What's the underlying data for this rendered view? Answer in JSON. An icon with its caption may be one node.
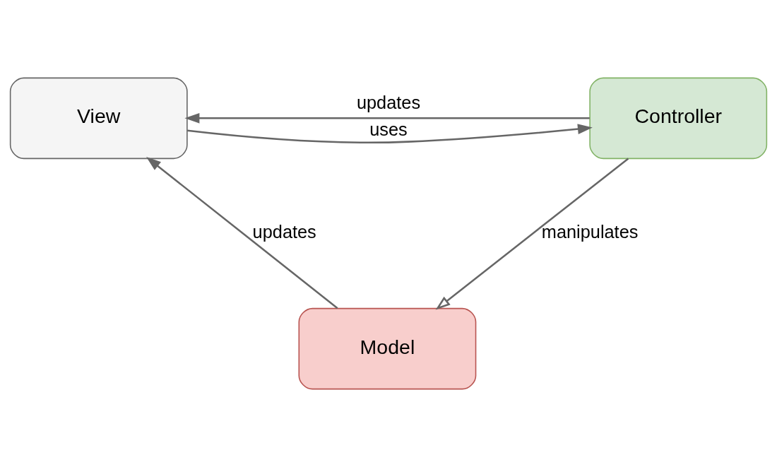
{
  "diagram": {
    "nodes": [
      {
        "text": [
          "View"
        ]
      },
      {
        "text": [
          "Controller"
        ]
      },
      {
        "text": [
          "Model"
        ]
      }
    ],
    "edges": [
      {
        "from": 0,
        "to": 1,
        "arrow": "to",
        "label": "uses"
      },
      {
        "from": 1,
        "to": 0,
        "arrow": "to",
        "label": "updates"
      },
      {
        "from": 1,
        "to": 2,
        "arrow": "to",
        "label": "manipulates"
      },
      {
        "from": 2,
        "to": 0,
        "arrow": "to",
        "label": "updates"
      }
    ]
  }
}
